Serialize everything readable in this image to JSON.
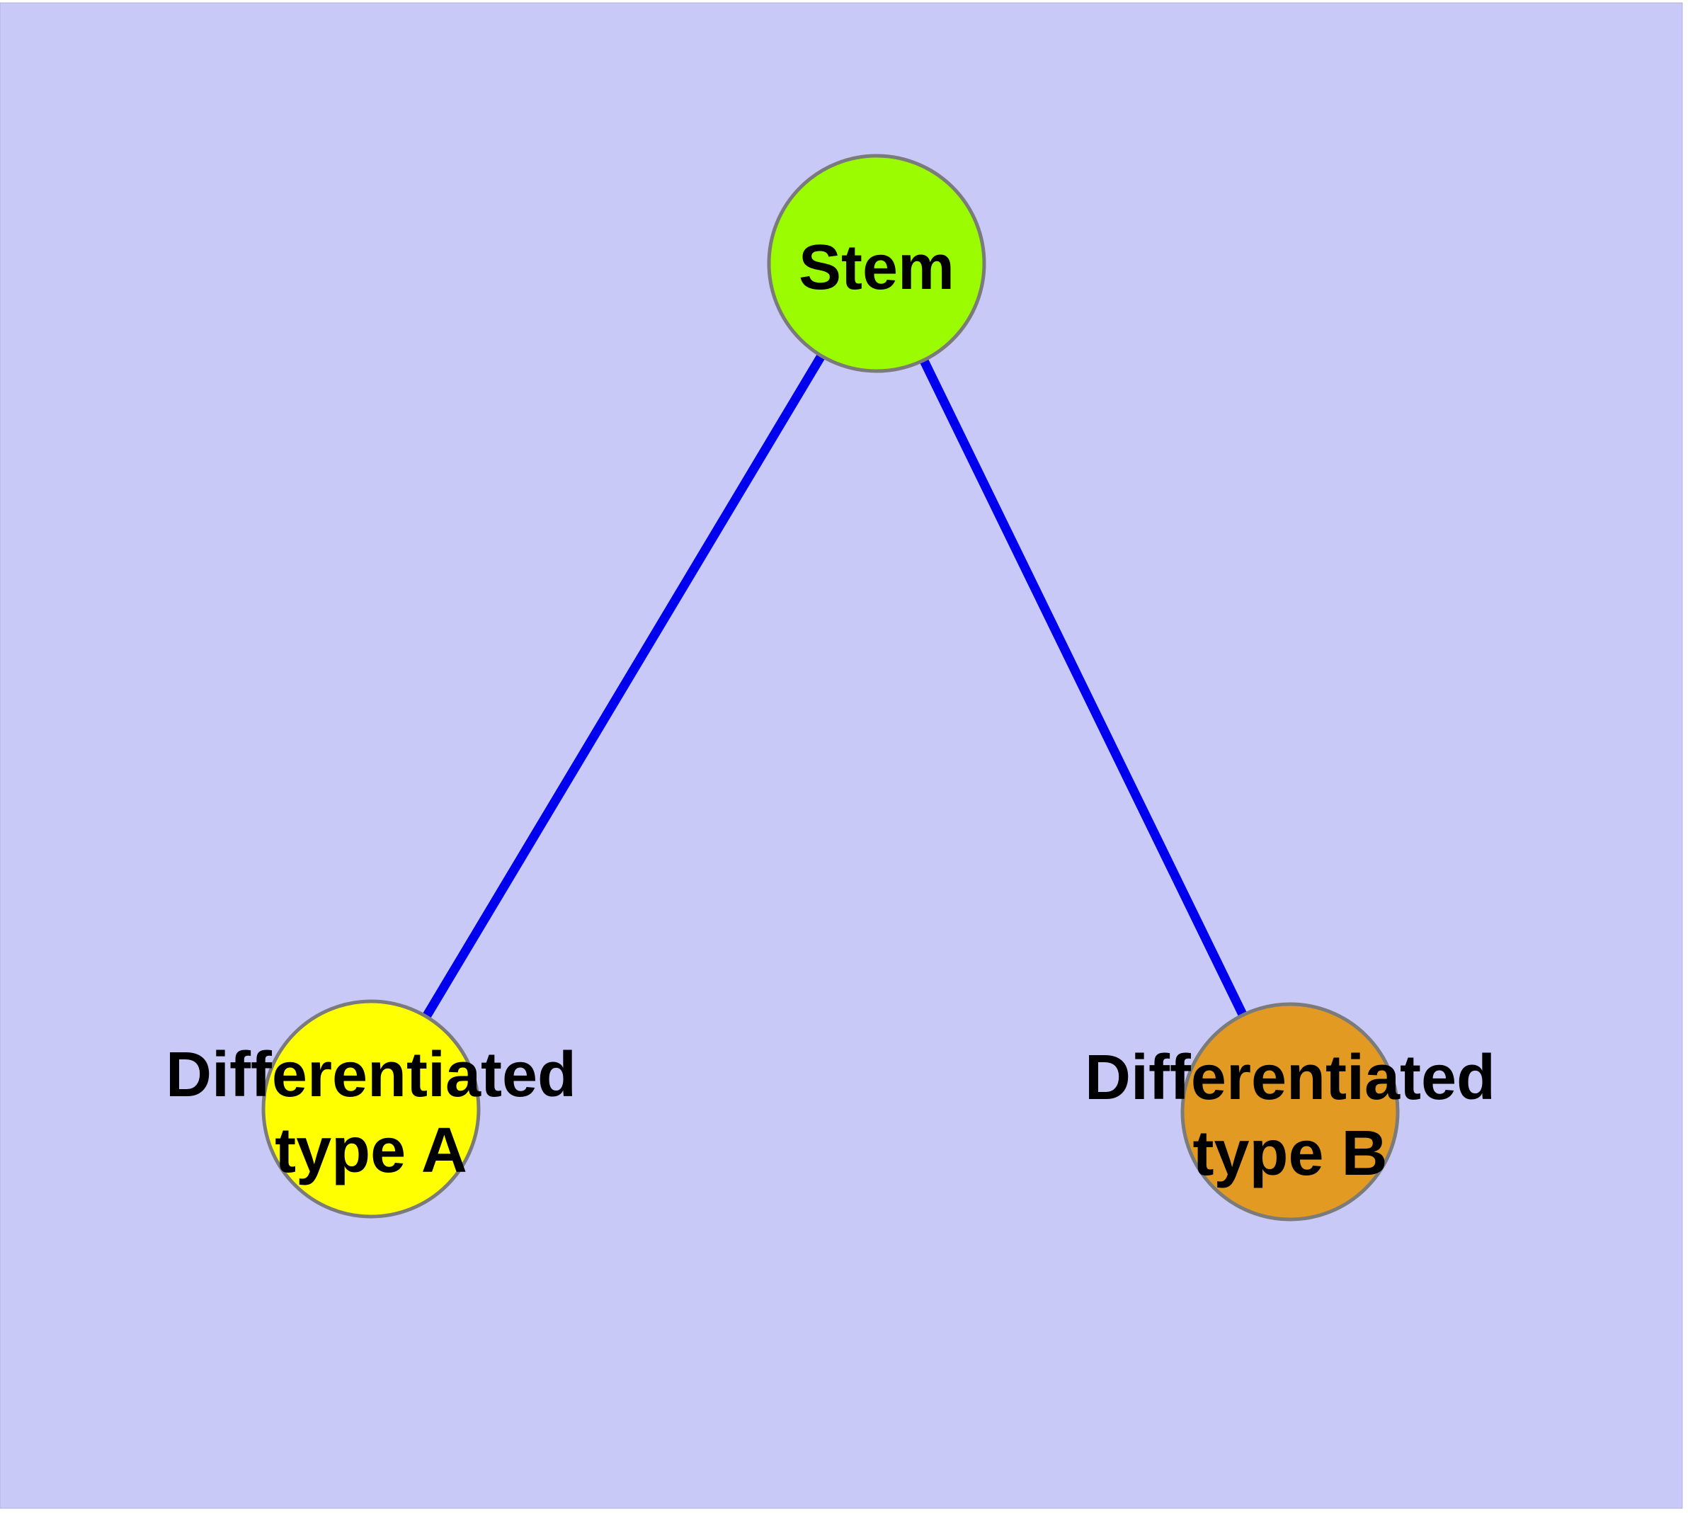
{
  "diagram": {
    "background_color": "#C9C9F7",
    "edge_color": "#0000EE",
    "node_stroke_color": "#7B7B7B",
    "nodes": [
      {
        "id": "stem",
        "label": "Stem",
        "fill": "#9BFB00"
      },
      {
        "id": "differentiated-type-a",
        "label_line1": "Differentiated",
        "label_line2": "type A",
        "fill": "#FFFF00"
      },
      {
        "id": "differentiated-type-b",
        "label_line1": "Differentiated",
        "label_line2": "type B",
        "fill": "#E29A22"
      }
    ],
    "edges": [
      {
        "from": "stem",
        "to": "differentiated-type-a"
      },
      {
        "from": "stem",
        "to": "differentiated-type-b"
      }
    ]
  }
}
